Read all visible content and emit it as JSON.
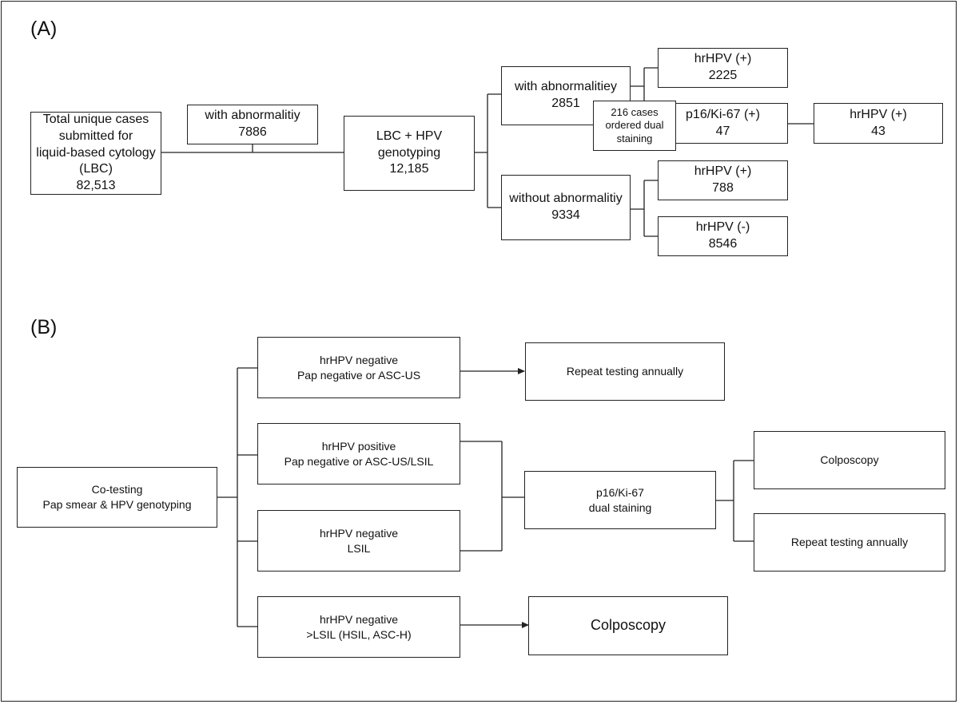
{
  "panel_a": {
    "label": "(A)",
    "total": {
      "lines": [
        "Total unique cases",
        "submitted for",
        "liquid-based cytology",
        "(LBC)",
        "82,513"
      ]
    },
    "abnormality": {
      "lines": [
        "with abnormalitiy",
        "7886"
      ]
    },
    "lbc_hpv": {
      "lines": [
        "LBC + HPV",
        "genotyping",
        "12,185"
      ]
    },
    "with_abn": {
      "lines": [
        "with abnormalitiey",
        "2851"
      ]
    },
    "without_abn": {
      "lines": [
        "without abnormalitiy",
        "9334"
      ]
    },
    "hrhpv_pos_1": {
      "lines": [
        "hrHPV (+)",
        "2225"
      ]
    },
    "dual_order": {
      "lines": [
        "216 cases",
        "ordered dual",
        "staining"
      ]
    },
    "p16": {
      "lines": [
        "p16/Ki-67 (+)",
        "47"
      ]
    },
    "hrhpv_pos_final": {
      "lines": [
        "hrHPV (+)",
        "43"
      ]
    },
    "hrhpv_pos_2": {
      "lines": [
        "hrHPV (+)",
        "788"
      ]
    },
    "hrhpv_neg": {
      "lines": [
        "hrHPV (-)",
        "8546"
      ]
    }
  },
  "panel_b": {
    "label": "(B)",
    "cotesting": {
      "lines": [
        "Co-testing",
        "Pap smear & HPV genotyping"
      ]
    },
    "neg_ascus": {
      "lines": [
        "hrHPV negative",
        "Pap negative or ASC-US"
      ]
    },
    "pos_lsil": {
      "lines": [
        "hrHPV positive",
        "Pap negative or ASC-US/LSIL"
      ]
    },
    "neg_lsil": {
      "lines": [
        "hrHPV negative",
        "LSIL"
      ]
    },
    "neg_hsil": {
      "lines": [
        "hrHPV negative",
        ">LSIL (HSIL, ASC-H)"
      ]
    },
    "repeat_top": {
      "lines": [
        "Repeat testing annually"
      ]
    },
    "dual": {
      "lines": [
        "p16/Ki-67",
        "dual staining"
      ]
    },
    "colpo_right": {
      "lines": [
        "Colposcopy"
      ]
    },
    "repeat_right": {
      "lines": [
        "Repeat testing annually"
      ]
    },
    "colpo_bottom": {
      "lines": [
        "Colposcopy"
      ]
    }
  }
}
